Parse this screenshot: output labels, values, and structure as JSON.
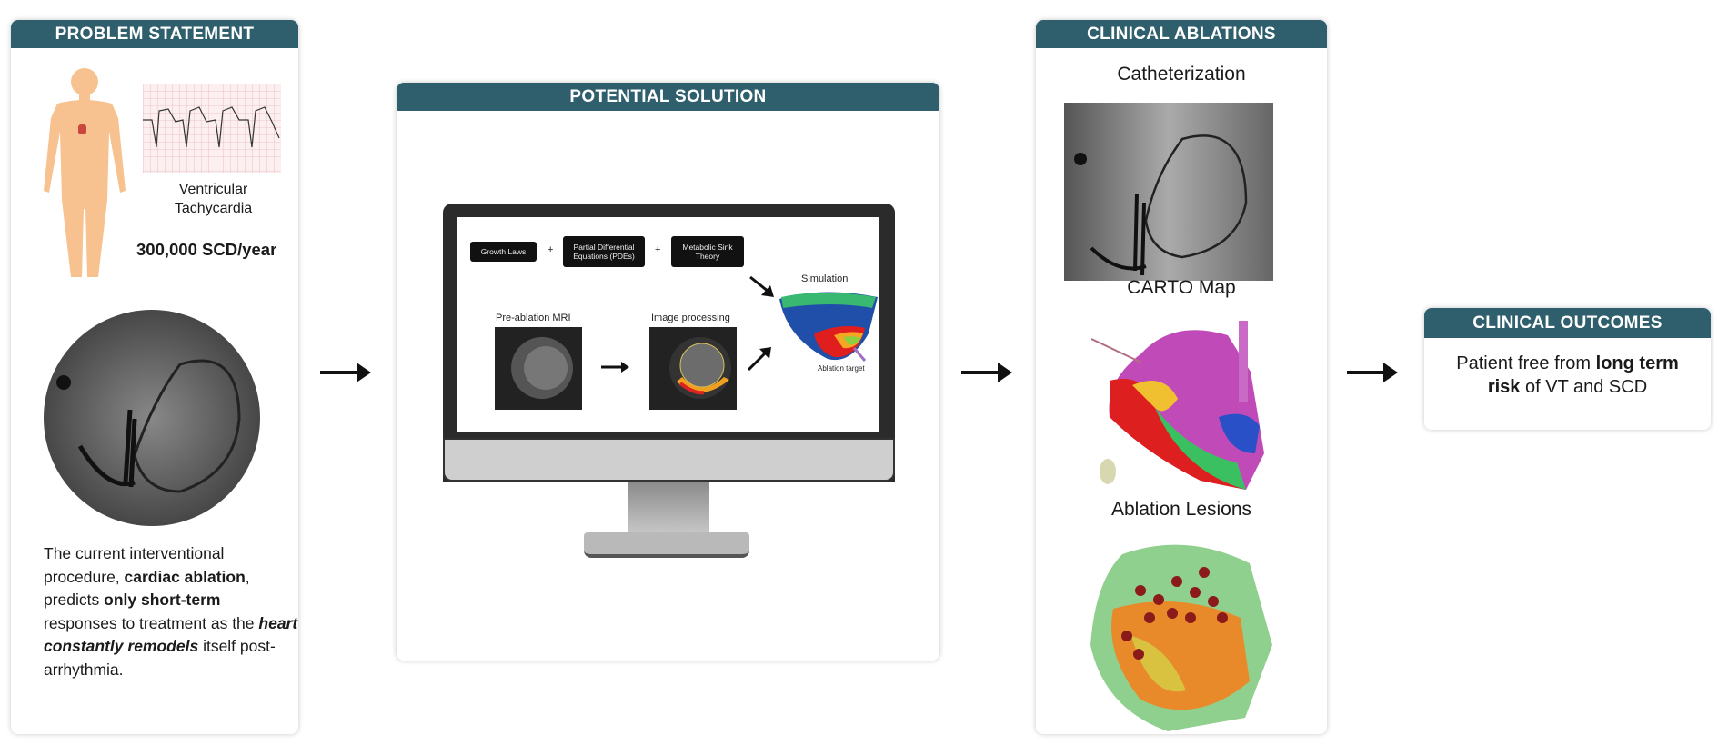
{
  "problem": {
    "header": "PROBLEM STATEMENT",
    "ecg_caption_1": "Ventricular",
    "ecg_caption_2": "Tachycardia",
    "stat": "300,000 SCD/year",
    "para": {
      "t1": "The current interventional procedure, ",
      "b1": "cardiac ablation",
      "t2": ", predicts ",
      "b2": "only short-term",
      "t3": " responses to treatment as the ",
      "bi": "heart constantly remodels",
      "t4": " itself post-arrhythmia."
    }
  },
  "solution": {
    "header": "POTENTIAL SOLUTION",
    "box1": "Growth Laws",
    "box2": "Partial Differential Equations (PDEs)",
    "box3": "Metabolic Sink Theory",
    "plus": "+",
    "mri_label": "Pre-ablation MRI",
    "proc_label": "Image processing",
    "sim_label": "Simulation",
    "target_label": "Ablation target"
  },
  "ablations": {
    "header": "CLINICAL ABLATIONS",
    "cap1": "Catheterization",
    "cap2": "CARTO Map",
    "cap3": "Ablation Lesions"
  },
  "outcomes": {
    "header": "CLINICAL OUTCOMES",
    "t1": "Patient free from ",
    "b1": "long term risk",
    "t2": " of VT and SCD"
  },
  "colors": {
    "header": "#2f5f6d",
    "body": "#f7c28f"
  }
}
